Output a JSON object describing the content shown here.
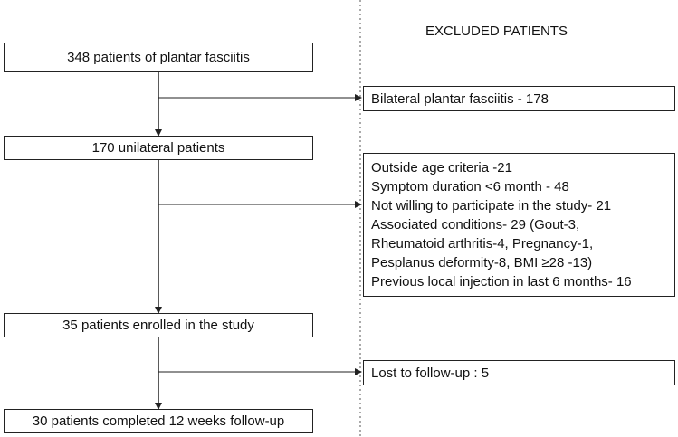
{
  "header": {
    "title": "EXCLUDED PATIENTS"
  },
  "main_flow": [
    "348 patients of plantar fasciitis",
    "170 unilateral patients",
    "35 patients enrolled in the study",
    "30 patients completed 12 weeks follow-up"
  ],
  "exclusions": {
    "bilateral": "Bilateral plantar fasciitis - 178",
    "criteria": [
      "Outside age criteria -21",
      "Symptom duration <6 month - 48",
      "Not willing to participate in the study- 21",
      "Associated conditions- 29 (Gout-3,",
      "Rheumatoid arthritis-4, Pregnancy-1,",
      "Pesplanus deformity-8, BMI ≥28 -13)",
      "Previous local injection in last 6 months- 16"
    ],
    "lost": "Lost to follow-up : 5"
  }
}
